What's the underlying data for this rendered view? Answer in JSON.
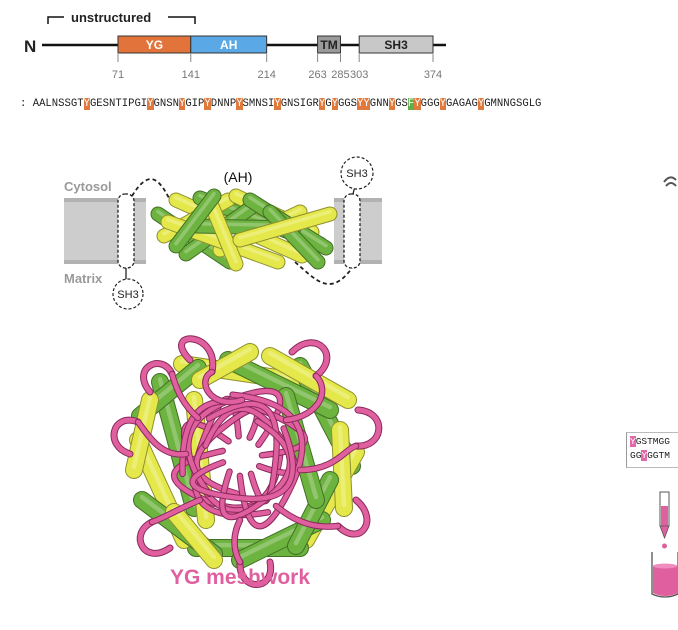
{
  "domain_map": {
    "n_terminus": "N",
    "unstructured_label": "unstructured",
    "domains": [
      {
        "label": "YG",
        "start": 71,
        "end": 141,
        "color": "#e2743b"
      },
      {
        "label": "AH",
        "start": 141,
        "end": 214,
        "color": "#5aa9e6"
      },
      {
        "label": "TM",
        "start": 263,
        "end": 285,
        "color": "#9a9a9a"
      },
      {
        "label": "SH3",
        "start": 303,
        "end": 374,
        "color": "#c8c8c8"
      }
    ],
    "ticks": [
      "71",
      "141",
      "214",
      "263",
      "285",
      "303",
      "374"
    ]
  },
  "sequence": {
    "segments": [
      {
        "t": "AALNSSGT",
        "h": ""
      },
      {
        "t": "Y",
        "h": "y"
      },
      {
        "t": "GESNTIPGI",
        "h": ""
      },
      {
        "t": "Y",
        "h": "y"
      },
      {
        "t": "GNSN",
        "h": ""
      },
      {
        "t": "Y",
        "h": "y"
      },
      {
        "t": "GIP",
        "h": ""
      },
      {
        "t": "Y",
        "h": "y"
      },
      {
        "t": "DNNP",
        "h": ""
      },
      {
        "t": "Y",
        "h": "y"
      },
      {
        "t": "SMNSI",
        "h": ""
      },
      {
        "t": "Y",
        "h": "y"
      },
      {
        "t": "GNSIGR",
        "h": ""
      },
      {
        "t": "Y",
        "h": "y"
      },
      {
        "t": "G",
        "h": ""
      },
      {
        "t": "Y",
        "h": "y"
      },
      {
        "t": "GGS",
        "h": ""
      },
      {
        "t": "YY",
        "h": "y"
      },
      {
        "t": "GNN",
        "h": ""
      },
      {
        "t": "Y",
        "h": "y"
      },
      {
        "t": "GS",
        "h": ""
      },
      {
        "t": "F",
        "h": "f"
      },
      {
        "t": "Y",
        "h": "y"
      },
      {
        "t": "GGG",
        "h": ""
      },
      {
        "t": "Y",
        "h": "y"
      },
      {
        "t": "GAGAG",
        "h": ""
      },
      {
        "t": "Y",
        "h": "y"
      },
      {
        "t": "GMNNGSGLG",
        "h": ""
      }
    ]
  },
  "membrane": {
    "cytosol_label": "Cytosol",
    "matrix_label": "Matrix",
    "ah_label": "(AH)",
    "sh3_top_label": "SH3",
    "sh3_bottom_label": "SH3"
  },
  "meshwork": {
    "title": "YG meshwork",
    "title_color": "#e0609f"
  },
  "side_seq": {
    "line1": [
      {
        "t": "Y",
        "h": "p"
      },
      {
        "t": "GSTMGG",
        "h": ""
      }
    ],
    "line2": [
      {
        "t": "GG",
        "h": ""
      },
      {
        "t": "Y",
        "h": "p"
      },
      {
        "t": "GGTM",
        "h": ""
      }
    ]
  },
  "colors": {
    "yellow_helix": "#e5e84a",
    "green_helix": "#6cb33f",
    "pink_strand": "#e0609f",
    "membrane_gray": "#c9c9c9"
  }
}
